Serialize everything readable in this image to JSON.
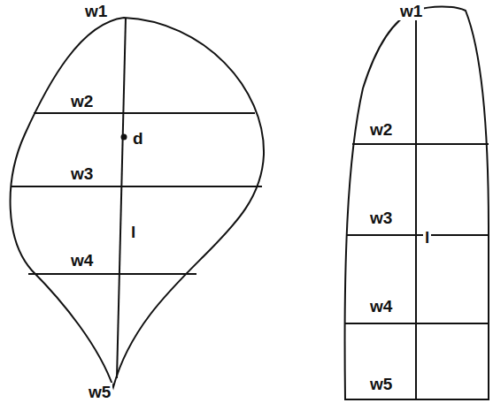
{
  "diagram": {
    "labels": [
      "w1",
      "w2",
      "d",
      "w3",
      "w4",
      "l",
      "w5",
      "w1",
      "w2",
      "w3",
      "l",
      "w4",
      "w5"
    ]
  }
}
